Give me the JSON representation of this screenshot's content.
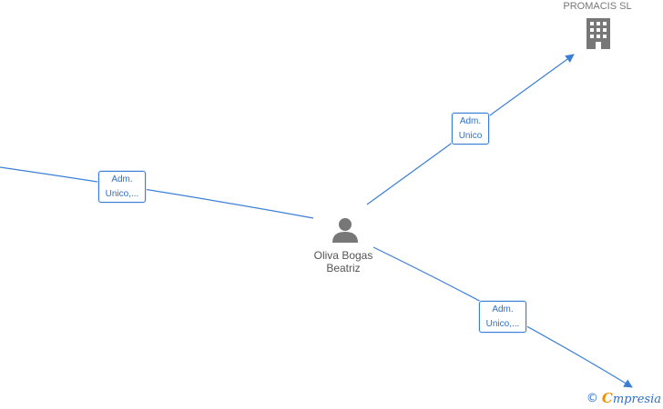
{
  "nodes": {
    "company": {
      "name": "PROMACIS SL",
      "icon": "building-icon"
    },
    "person": {
      "name_line1": "Oliva Bogas",
      "name_line2": "Beatriz",
      "icon": "person-icon"
    }
  },
  "edges": {
    "left": {
      "label_line1": "Adm.",
      "label_line2": "Unico,..."
    },
    "top_right": {
      "label_line1": "Adm.",
      "label_line2": "Unico"
    },
    "bottom_right": {
      "label_line1": "Adm.",
      "label_line2": "Unico,..."
    }
  },
  "watermark": {
    "symbol": "©",
    "brand_initial": "C",
    "brand_rest": "mpresia"
  },
  "colors": {
    "edge": "#3a7fd5",
    "label_text": "#2c6fc9",
    "icon": "#777777",
    "node_text": "#555555",
    "brand_accent": "#f29100"
  }
}
